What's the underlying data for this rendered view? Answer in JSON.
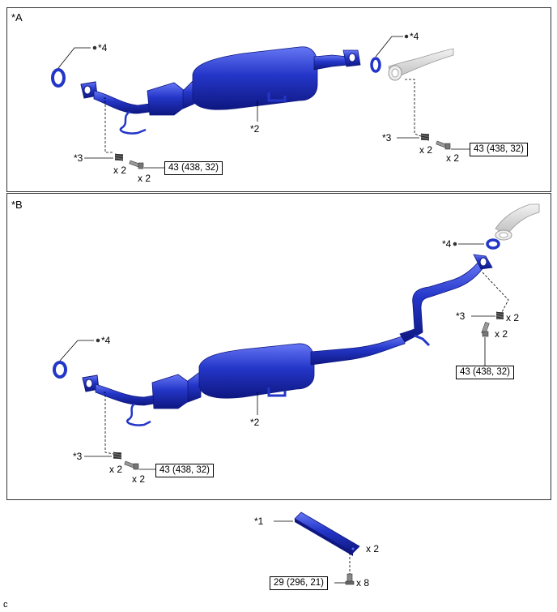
{
  "panel_a": {
    "tag": "*A",
    "gasket_left": "*4",
    "gasket_right": "*4",
    "converter": "*2",
    "spring_left": "*3",
    "spring_right": "*3",
    "qty_spring_left": "x 2",
    "qty_bolt_left": "x 2",
    "qty_spring_right": "x 2",
    "qty_bolt_right": "x 2",
    "torque_left": "43 (438, 32)",
    "torque_right": "43 (438, 32)"
  },
  "panel_b": {
    "tag": "*B",
    "gasket_left": "*4",
    "gasket_right": "*4",
    "converter": "*2",
    "spring_left": "*3",
    "spring_right": "*3",
    "qty_spring_left": "x 2",
    "qty_bolt_left": "x 2",
    "qty_spring_right": "x 2",
    "qty_bolt_right": "x 2",
    "torque_left": "43 (438, 32)",
    "torque_right": "43 (438, 32)"
  },
  "bracket": {
    "label": "*1",
    "qty_bracket": "x 2",
    "qty_bolt": "x 8",
    "torque": "29 (296, 21)"
  },
  "footer_code": "c",
  "colors": {
    "part_blue": "#2436c8",
    "part_blue_dark": "#10198a",
    "part_blue_light": "#5a6cf0",
    "ref_grey": "#d9d9d9"
  }
}
